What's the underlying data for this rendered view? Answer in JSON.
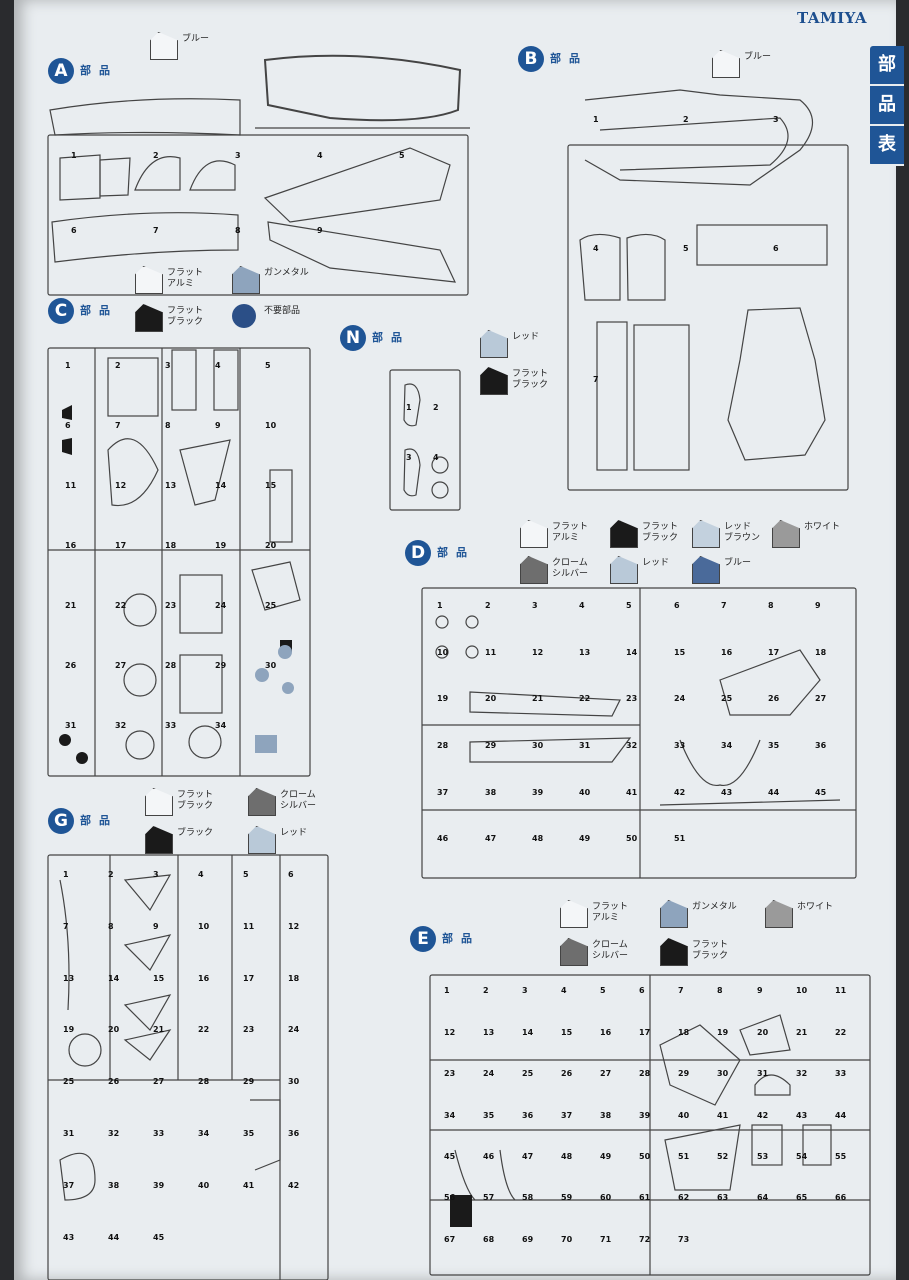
{
  "brand": "TAMIYA",
  "side_tab": [
    "部",
    "品",
    "表"
  ],
  "colors": {
    "accent": "#1f5596",
    "frame": "#444444",
    "paper": "#e9edf0",
    "gunmetal": "#8ea4bd",
    "flat_black": "#1a1a1a",
    "chrome": "#6e6e6e",
    "red": "#b9c9d8",
    "blue": "#4a6a9a",
    "white": "#9a9a9a",
    "unneeded": "#2b4f87",
    "red_brown": "#c3d1de"
  },
  "sections": [
    {
      "letter": "A",
      "label": "部品",
      "swatches": [
        {
          "kind": "outline",
          "text": "ブルー"
        }
      ]
    },
    {
      "letter": "B",
      "label": "部品",
      "swatches": [
        {
          "kind": "outline",
          "text": "ブルー"
        }
      ]
    },
    {
      "letter": "C",
      "label": "部品",
      "swatches": [
        {
          "kind": "outline",
          "text": "フラット\nアルミ"
        },
        {
          "kind": "gunmetal",
          "text": "ガンメタル"
        },
        {
          "kind": "flat_black",
          "text": "フラット\nブラック"
        },
        {
          "kind": "unneeded",
          "text": "不要部品"
        }
      ]
    },
    {
      "letter": "N",
      "label": "部品",
      "swatches": [
        {
          "kind": "red",
          "text": "レッド"
        },
        {
          "kind": "flat_black",
          "text": "フラット\nブラック"
        }
      ]
    },
    {
      "letter": "D",
      "label": "部品",
      "swatches": [
        {
          "kind": "outline",
          "text": "フラット\nアルミ"
        },
        {
          "kind": "flat_black",
          "text": "フラット\nブラック"
        },
        {
          "kind": "red_brown",
          "text": "レッド\nブラウン"
        },
        {
          "kind": "white",
          "text": "ホワイト"
        },
        {
          "kind": "chrome",
          "text": "クローム\nシルバー"
        },
        {
          "kind": "red",
          "text": "レッド"
        },
        {
          "kind": "blue",
          "text": "ブルー"
        }
      ]
    },
    {
      "letter": "G",
      "label": "部品",
      "swatches": [
        {
          "kind": "outline",
          "text": "フラット\nブラック"
        },
        {
          "kind": "chrome",
          "text": "クローム\nシルバー"
        },
        {
          "kind": "flat_black",
          "text": "ブラック"
        },
        {
          "kind": "red",
          "text": "レッド"
        }
      ]
    },
    {
      "letter": "E",
      "label": "部品",
      "swatches": [
        {
          "kind": "outline",
          "text": "フラット\nアルミ"
        },
        {
          "kind": "gunmetal",
          "text": "ガンメタル"
        },
        {
          "kind": "white",
          "text": "ホワイト"
        },
        {
          "kind": "chrome",
          "text": "クローム\nシルバー"
        },
        {
          "kind": "flat_black",
          "text": "フラット\nブラック"
        }
      ]
    }
  ],
  "part_numbers": {
    "A": [
      "1",
      "2",
      "3",
      "4",
      "5",
      "6",
      "7",
      "8",
      "9"
    ],
    "B": [
      "1",
      "2",
      "3",
      "4",
      "5",
      "6",
      "7"
    ],
    "N": [
      "1",
      "2",
      "3",
      "4"
    ],
    "C": [
      "1",
      "2",
      "3",
      "4",
      "5",
      "6",
      "7",
      "8",
      "9",
      "10",
      "11",
      "12",
      "13",
      "14",
      "15",
      "16",
      "17",
      "18",
      "19",
      "20",
      "21",
      "22",
      "23",
      "24",
      "25",
      "26",
      "27",
      "28",
      "29",
      "30",
      "31",
      "32",
      "33",
      "34"
    ],
    "D": [
      "1",
      "2",
      "3",
      "4",
      "5",
      "6",
      "7",
      "8",
      "9",
      "10",
      "11",
      "12",
      "13",
      "14",
      "15",
      "16",
      "17",
      "18",
      "19",
      "20",
      "21",
      "22",
      "23",
      "24",
      "25",
      "26",
      "27",
      "28",
      "29",
      "30",
      "31",
      "32",
      "33",
      "34",
      "35",
      "36",
      "37",
      "38",
      "39",
      "40",
      "41",
      "42",
      "43",
      "44",
      "45",
      "46",
      "47",
      "48",
      "49",
      "50",
      "51"
    ],
    "G": [
      "1",
      "2",
      "3",
      "4",
      "5",
      "6",
      "7",
      "8",
      "9",
      "10",
      "11",
      "12",
      "13",
      "14",
      "15",
      "16",
      "17",
      "18",
      "19",
      "20",
      "21",
      "22",
      "23",
      "24",
      "25",
      "26",
      "27",
      "28",
      "29",
      "30",
      "31",
      "32",
      "33",
      "34",
      "35",
      "36",
      "37",
      "38",
      "39",
      "40",
      "41",
      "42",
      "43",
      "44",
      "45"
    ],
    "E": [
      "1",
      "2",
      "3",
      "4",
      "5",
      "6",
      "7",
      "8",
      "9",
      "10",
      "11",
      "12",
      "13",
      "14",
      "15",
      "16",
      "17",
      "18",
      "19",
      "20",
      "21",
      "22",
      "23",
      "24",
      "25",
      "26",
      "27",
      "28",
      "29",
      "30",
      "31",
      "32",
      "33",
      "34",
      "35",
      "36",
      "37",
      "38",
      "39",
      "40",
      "41",
      "42",
      "43",
      "44",
      "45",
      "46",
      "47",
      "48",
      "49",
      "50",
      "51",
      "52",
      "53",
      "54",
      "55",
      "56",
      "57",
      "58",
      "59",
      "60",
      "61",
      "62",
      "63",
      "64",
      "65",
      "66",
      "67",
      "68",
      "69",
      "70",
      "71",
      "72",
      "73"
    ]
  }
}
